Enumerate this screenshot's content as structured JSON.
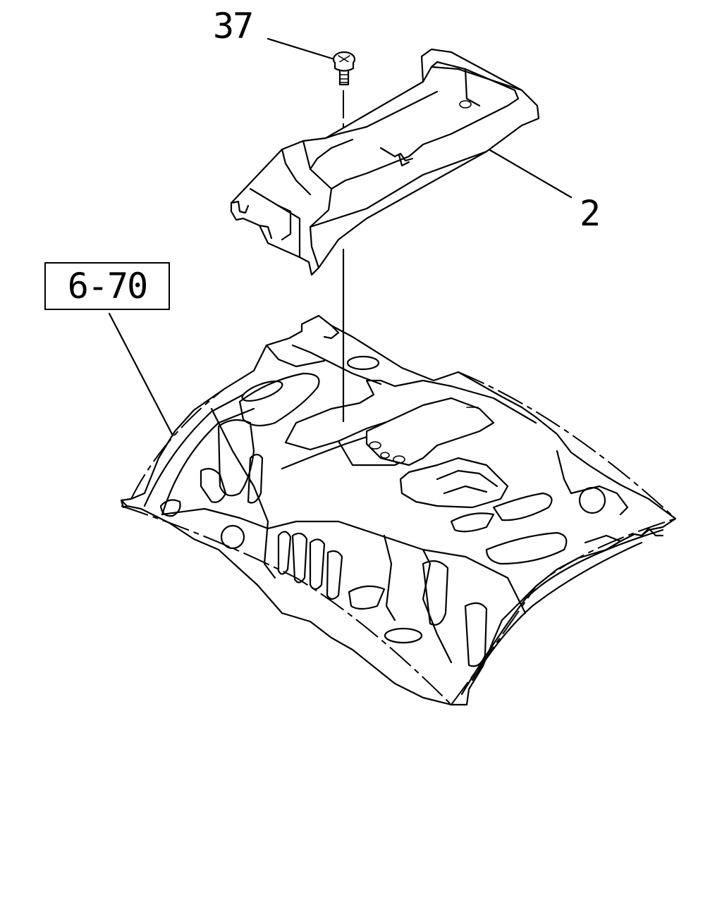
{
  "labels": {
    "screw": "37",
    "cover": "2",
    "reference": "6-70"
  },
  "colors": {
    "line": "#000000",
    "background": "#ffffff"
  }
}
